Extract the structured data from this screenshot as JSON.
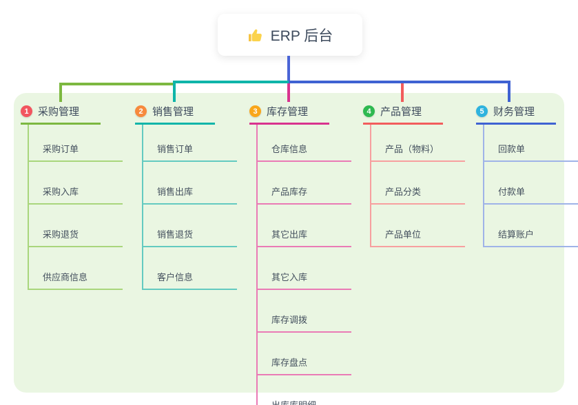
{
  "root": {
    "label": "ERP 后台",
    "icon": "thumbs-up-icon"
  },
  "branches": [
    {
      "num": "1",
      "label": "采购管理",
      "color": "#7cb840",
      "light": "#a9d67c",
      "badge": "#f2555f",
      "children": [
        "采购订单",
        "采购入库",
        "采购退货",
        "供应商信息"
      ]
    },
    {
      "num": "2",
      "label": "销售管理",
      "color": "#0fb5a9",
      "light": "#63cac0",
      "badge": "#f78a3d",
      "children": [
        "销售订单",
        "销售出库",
        "销售退货",
        "客户信息"
      ]
    },
    {
      "num": "3",
      "label": "库存管理",
      "color": "#d9338f",
      "light": "#ea7ab5",
      "badge": "#f9a61a",
      "children": [
        "仓库信息",
        "产品库存",
        "其它出库",
        "其它入库",
        "库存调拨",
        "库存盘点",
        "出库库明细"
      ]
    },
    {
      "num": "4",
      "label": "产品管理",
      "color": "#f25c5c",
      "light": "#f79f9f",
      "badge": "#2eb950",
      "children": [
        "产品（物料）",
        "产品分类",
        "产品单位"
      ]
    },
    {
      "num": "5",
      "label": "财务管理",
      "color": "#3f62d2",
      "light": "#9fb3e8",
      "badge": "#2eb3de",
      "children": [
        "回款单",
        "付款单",
        "结算账户"
      ]
    }
  ],
  "connectors": {
    "stem_color": "#4a64d6"
  },
  "colors": {
    "panel_bg": "#eaf6e2",
    "text": "#3d4a5c"
  }
}
